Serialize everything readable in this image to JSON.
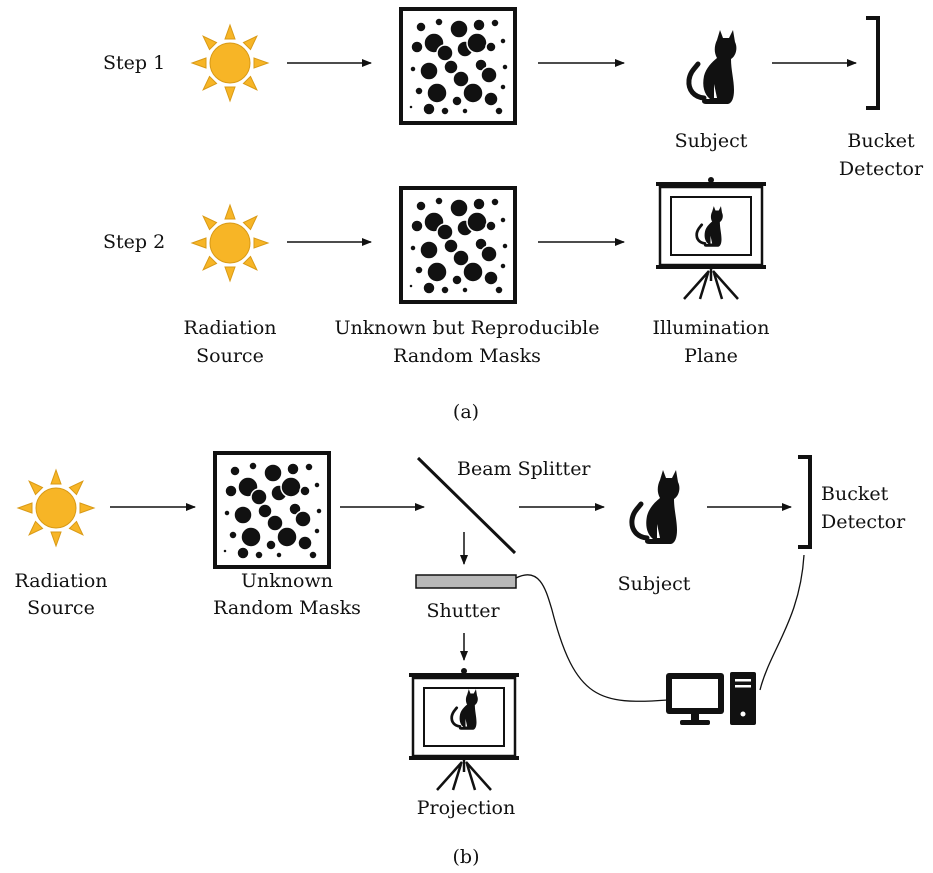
{
  "panel_a": {
    "step1_label": "Step 1",
    "step2_label": "Step 2",
    "subject_label": "Subject",
    "detector_label": [
      "Bucket",
      "Detector"
    ],
    "source_label": [
      "Radiation",
      "Source"
    ],
    "masks_label": [
      "Unknown but Reproducible",
      "Random Masks"
    ],
    "plane_label": [
      "Illumination",
      "Plane"
    ],
    "caption": "(a)"
  },
  "panel_b": {
    "source_label": [
      "Radiation",
      "Source"
    ],
    "masks_label": [
      "Unknown",
      "Random Masks"
    ],
    "splitter_label": "Beam Splitter",
    "subject_label": "Subject",
    "detector_label": [
      "Bucket",
      "Detector"
    ],
    "shutter_label": "Shutter",
    "projection_label": "Projection",
    "caption": "(b)"
  },
  "icons": {
    "sun": "sun-icon",
    "mask": "random-mask-icon",
    "cat": "cat-silhouette-icon",
    "detector": "bucket-detector-bracket-icon",
    "screen": "projection-screen-icon",
    "computer": "desktop-computer-icon",
    "splitter": "beam-splitter-icon",
    "shutter": "shutter-icon"
  },
  "colors": {
    "sun_fill": "#f7b526",
    "sun_stroke": "#d99a16",
    "ink": "#111111",
    "shutter_fill": "#b8b8b8"
  }
}
